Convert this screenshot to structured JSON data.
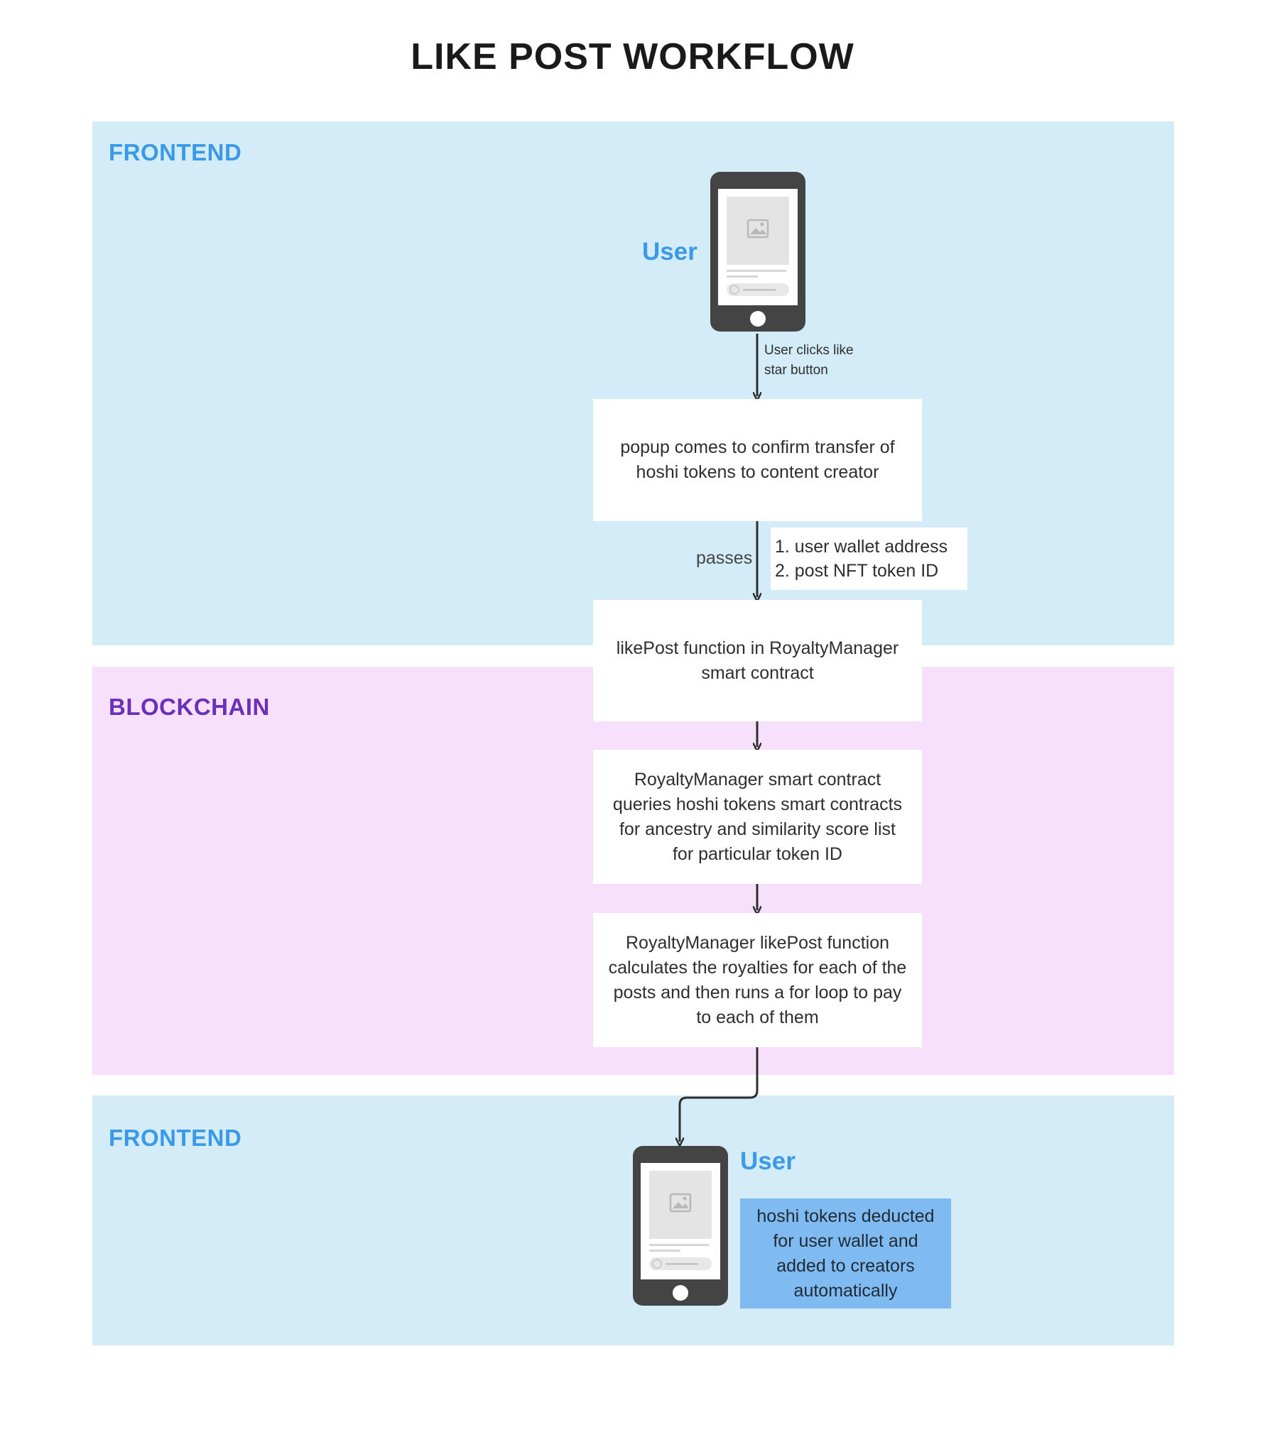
{
  "title": "LIKE POST WORKFLOW",
  "lanes": {
    "frontend_top": "FRONTEND",
    "blockchain": "BLOCKCHAIN",
    "frontend_bottom": "FRONTEND"
  },
  "actors": {
    "user_top": "User",
    "user_bottom": "User"
  },
  "edges": {
    "click": [
      "User clicks like",
      "star button"
    ],
    "passes": "passes"
  },
  "params": [
    "1. user wallet address",
    "2. post NFT token ID"
  ],
  "steps": [
    [
      "popup comes to confirm transfer of",
      "hoshi tokens to content creator"
    ],
    [
      "likePost function in RoyaltyManager",
      "smart contract"
    ],
    [
      "RoyaltyManager smart contract",
      "queries hoshi tokens smart contracts",
      "for ancestry and similarity score list",
      "for particular token ID"
    ],
    [
      "RoyaltyManager likePost function",
      "calculates the royalties for each of the",
      "posts and then runs a for loop to pay",
      "to each of them"
    ]
  ],
  "result": [
    "hoshi tokens deducted",
    "for user wallet and",
    "added to creators",
    "automatically"
  ],
  "icons": [
    "phone-icon",
    "image-placeholder-icon",
    "music-note-icon",
    "arrow-icon"
  ],
  "colors": {
    "frontend_bg": "#d3ecf8",
    "blockchain_bg": "#f6e0fb",
    "frontend_label": "#3b9ae8",
    "blockchain_label": "#6a30b8",
    "result_bg": "#7fbbf0"
  }
}
